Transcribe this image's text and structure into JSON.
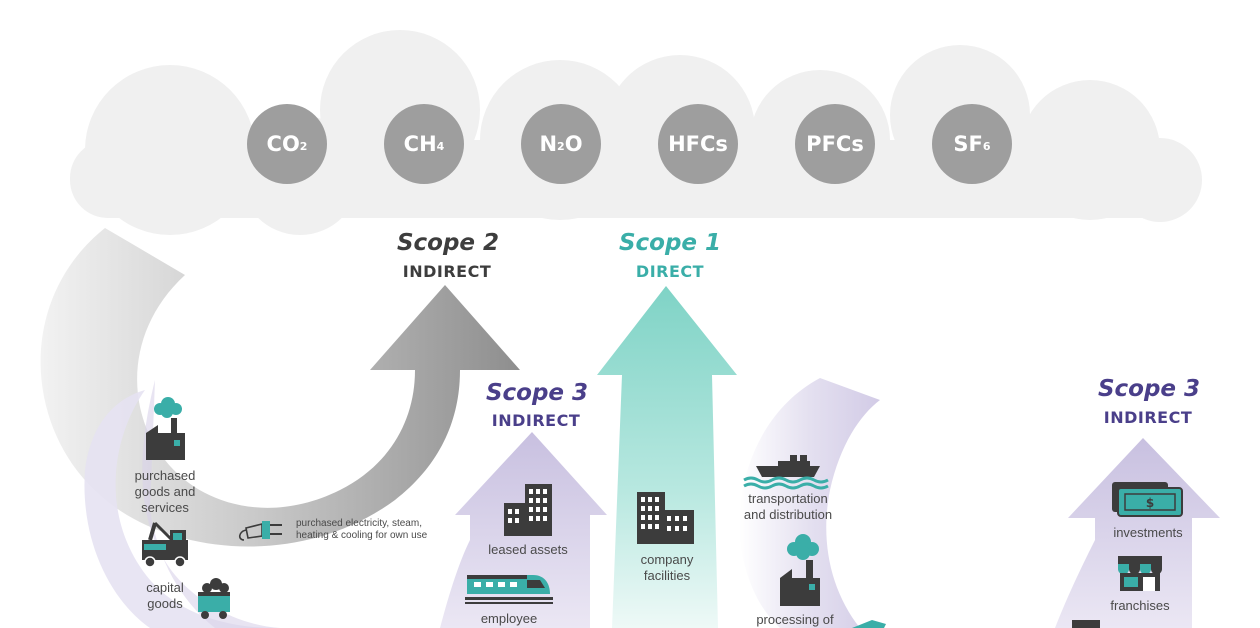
{
  "gases": [
    {
      "main": "CO",
      "sub": "2"
    },
    {
      "main": "CH",
      "sub": "4"
    },
    {
      "main": "N",
      "sub": "2",
      "tail": "O"
    },
    {
      "main": "HFCs",
      "sub": ""
    },
    {
      "main": "PFCs",
      "sub": ""
    },
    {
      "main": "SF",
      "sub": "6"
    }
  ],
  "scopes": {
    "scope2": {
      "title": "Scope 2",
      "subtitle": "INDIRECT"
    },
    "scope1": {
      "title": "Scope 1",
      "subtitle": "DIRECT"
    },
    "scope3_left": {
      "title": "Scope 3",
      "subtitle": "INDIRECT"
    },
    "scope3_right": {
      "title": "Scope 3",
      "subtitle": "INDIRECT"
    }
  },
  "labels": {
    "purchased_goods": "purchased\ngoods and\nservices",
    "capital_goods": "capital\ngoods",
    "electricity": "purchased electricity, steam,\nheating & cooling for own use",
    "leased_assets": "leased assets",
    "employee": "employee",
    "company_facilities": "company\nfacilities",
    "transportation": "transportation\nand distribution",
    "processing": "processing of",
    "investments": "investments",
    "franchises": "franchises"
  },
  "colors": {
    "gas_circle": "#9e9e9e",
    "cloud": "#f0f0f0",
    "scope1": "#3aaea8",
    "scope2": "#3d3d3d",
    "scope3": "#4a3f8a",
    "purple_arrow": "#d6d0e8",
    "teal_arrow": "#8fd8cc",
    "gray_arrow": "#a8a8a8",
    "icon_dark": "#3c3c3c",
    "icon_teal": "#3aaea8"
  },
  "icons": [
    "factory-icon",
    "tow-truck-icon",
    "coal-cart-icon",
    "plug-icon",
    "office-building-icon",
    "train-icon",
    "company-building-icon",
    "ship-icon",
    "factory-processing-icon",
    "money-icon",
    "store-icon"
  ]
}
